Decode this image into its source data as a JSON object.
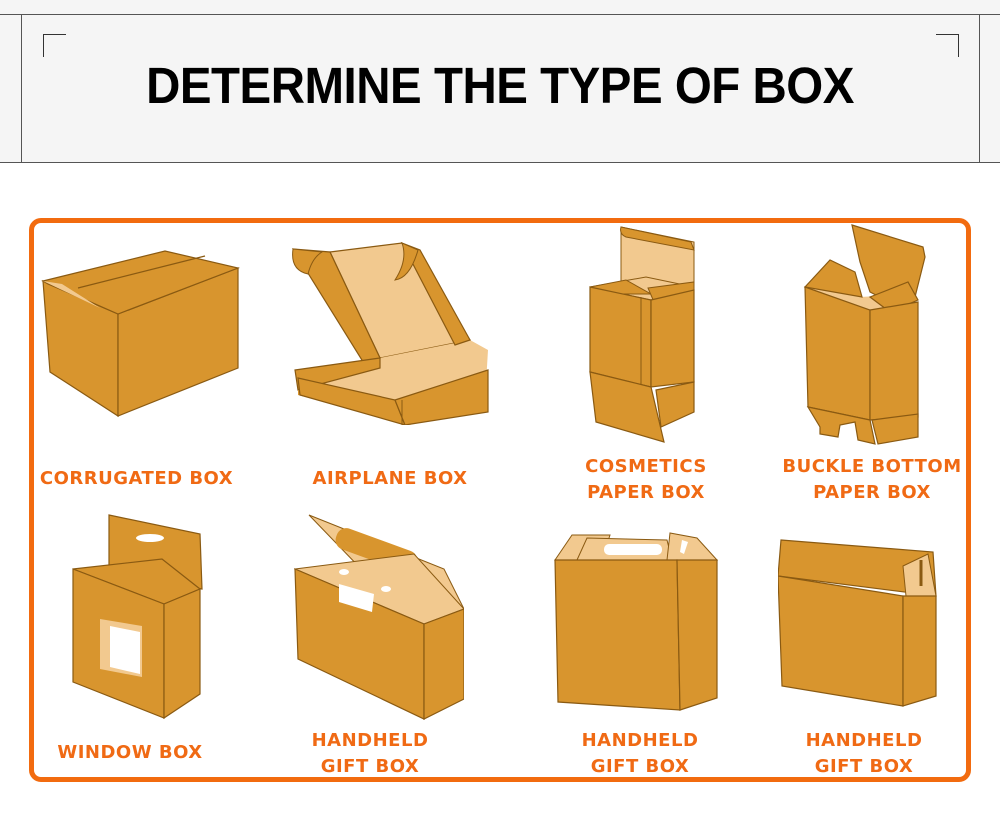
{
  "header": {
    "title": "DETERMINE THE TYPE OF BOX"
  },
  "colors": {
    "frame": "#f26b0f",
    "label": "#f06a14",
    "box_fill": "#d8952e",
    "box_inner": "#f2c98f",
    "box_line": "#8a5a12"
  },
  "boxes": [
    {
      "id": "corrugated",
      "label_lines": [
        "CORRUGATED BOX"
      ]
    },
    {
      "id": "airplane",
      "label_lines": [
        "AIRPLANE BOX"
      ]
    },
    {
      "id": "cosmetics",
      "label_lines": [
        "COSMETICS",
        "PAPER BOX"
      ]
    },
    {
      "id": "buckle-bottom",
      "label_lines": [
        "BUCKLE BOTTOM",
        "PAPER BOX"
      ]
    },
    {
      "id": "window",
      "label_lines": [
        "WINDOW BOX"
      ]
    },
    {
      "id": "handheld-1",
      "label_lines": [
        "HANDHELD",
        "GIFT BOX"
      ]
    },
    {
      "id": "handheld-2",
      "label_lines": [
        "HANDHELD",
        "GIFT BOX"
      ]
    },
    {
      "id": "handheld-3",
      "label_lines": [
        "HANDHELD",
        "GIFT BOX"
      ]
    }
  ]
}
